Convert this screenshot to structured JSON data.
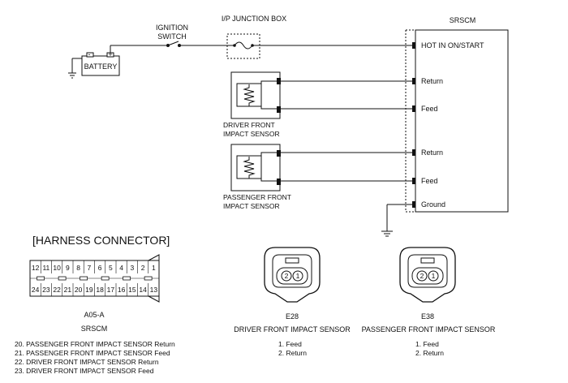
{
  "top": {
    "ip_junction_box": "I/P JUNCTION BOX",
    "ignition_switch_line1": "IGNITION",
    "ignition_switch_line2": "SWITCH",
    "battery": "BATTERY",
    "battery_neg": "-",
    "battery_pos": "+",
    "srscm": "SRSCM"
  },
  "srscm_pins": {
    "hot": "HOT IN ON/START",
    "return1": "Return",
    "feed1": "Feed",
    "return2": "Return",
    "feed2": "Feed",
    "ground": "Ground"
  },
  "sensors": {
    "driver_line1": "DRIVER FRONT",
    "driver_line2": "IMPACT SENSOR",
    "passenger_line1": "PASSENGER FRONT",
    "passenger_line2": "IMPACT SENSOR"
  },
  "harness": {
    "title": "[HARNESS CONNECTOR]",
    "top_row": [
      "12",
      "11",
      "10",
      "9",
      "8",
      "7",
      "6",
      "5",
      "4",
      "3",
      "2",
      "1"
    ],
    "bottom_row": [
      "24",
      "23",
      "22",
      "21",
      "20",
      "19",
      "18",
      "17",
      "16",
      "15",
      "14",
      "13"
    ],
    "connector_id": "A05-A",
    "connector_name": "SRSCM",
    "pin_list": [
      "20. PASSENGER FRONT IMPACT SENSOR Return",
      "21. PASSENGER FRONT IMPACT SENSOR Feed",
      "22. DRIVER FRONT IMPACT SENSOR Return",
      "23. DRIVER FRONT IMPACT SENSOR Feed"
    ]
  },
  "connectors": [
    {
      "pin_a": "2",
      "pin_b": "1",
      "id": "E28",
      "name": "DRIVER FRONT IMPACT SENSOR",
      "pins": [
        "1. Feed",
        "2. Return"
      ]
    },
    {
      "pin_a": "2",
      "pin_b": "1",
      "id": "E38",
      "name": "PASSENGER FRONT IMPACT SENSOR",
      "pins": [
        "1. Feed",
        "2. Return"
      ]
    }
  ]
}
